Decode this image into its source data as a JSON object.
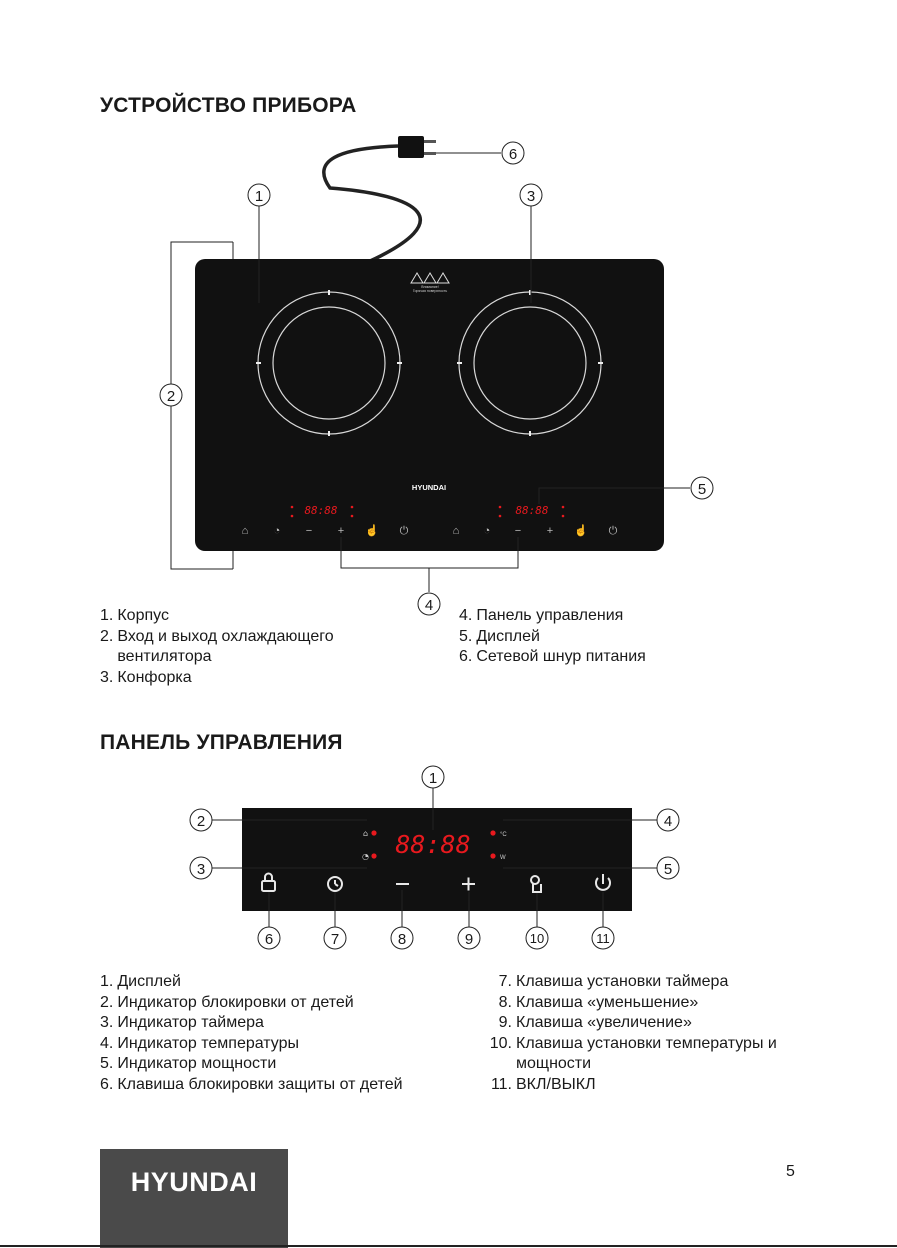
{
  "device_section": {
    "title": "УСТРОЙСТВО ПРИБОРА",
    "callouts": [
      "1",
      "2",
      "3",
      "4",
      "5",
      "6"
    ],
    "hob_brand": "HYUNDAI",
    "display_text": "88:88",
    "warning_text": [
      "Внимание!",
      "Горячая поверхность"
    ]
  },
  "device_legend": {
    "left": [
      {
        "num": "1.",
        "text": "Корпус"
      },
      {
        "num": "2.",
        "text": "Вход и выход охлаждающего вентилятора"
      },
      {
        "num": "3.",
        "text": "Конфорка"
      }
    ],
    "right": [
      {
        "num": "4.",
        "text": "Панель управления"
      },
      {
        "num": "5.",
        "text": "Дисплей"
      },
      {
        "num": "6.",
        "text": "Сетевой шнур питания"
      }
    ]
  },
  "panel_section": {
    "title": "ПАНЕЛЬ УПРАВЛЕНИЯ",
    "display_text": "88:88",
    "callouts": [
      "1",
      "2",
      "3",
      "4",
      "5",
      "6",
      "7",
      "8",
      "9",
      "10",
      "11"
    ],
    "temp_unit": "°C",
    "power_unit": "W"
  },
  "panel_legend": {
    "left": [
      {
        "num": "1.",
        "text": "Дисплей"
      },
      {
        "num": "2.",
        "text": "Индикатор блокировки от детей"
      },
      {
        "num": "3.",
        "text": "Индикатор таймера"
      },
      {
        "num": "4.",
        "text": "Индикатор температуры"
      },
      {
        "num": "5.",
        "text": "Индикатор мощности"
      },
      {
        "num": "6.",
        "text": "Клавиша блокировки защиты от детей"
      }
    ],
    "right": [
      {
        "num": "7.",
        "text": "Клавиша установки таймера"
      },
      {
        "num": "8.",
        "text": "Клавиша «уменьшение»"
      },
      {
        "num": "9.",
        "text": "Клавиша «увеличение»"
      },
      {
        "num": "10.",
        "text": "Клавиша установки температуры и мощности"
      },
      {
        "num": "11.",
        "text": "ВКЛ/ВЫКЛ"
      }
    ]
  },
  "footer": {
    "brand": "HYUNDAI",
    "page_number": "5"
  },
  "colors": {
    "hob": "#111111",
    "led_red": "#e8191e",
    "brand_box": "#4a4a4a"
  }
}
